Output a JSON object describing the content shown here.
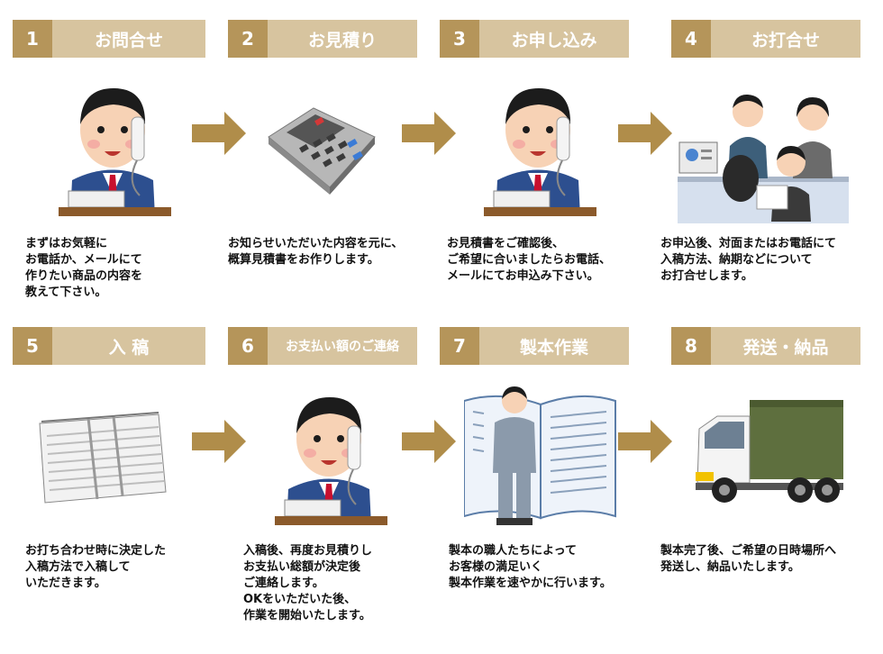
{
  "colors": {
    "number_bg": "#b5955a",
    "title_bg": "#d7c49f",
    "arrow": "#b08d4a",
    "text": "#111111"
  },
  "steps": [
    {
      "num": "1",
      "title": "お問合せ",
      "icon": "man-on-phone-icon",
      "lines": [
        "まずはお気軽に",
        "お電話か、メールにて",
        "作りたい商品の内容を",
        "教えて下さい。"
      ]
    },
    {
      "num": "2",
      "title": "お見積り",
      "icon": "calculator-icon",
      "lines": [
        "お知らせいただいた内容を元に、",
        "概算見積書をお作りします。"
      ]
    },
    {
      "num": "3",
      "title": "お申し込み",
      "icon": "man-on-phone-icon",
      "lines": [
        "お見積書をご確認後、",
        "ご希望に合いましたらお電話、",
        "メールにてお申込み下さい。"
      ]
    },
    {
      "num": "4",
      "title": "お打合せ",
      "icon": "business-meeting-icon",
      "lines": [
        "お申込後、対面またはお電話にて",
        "入稿方法、納期などについて",
        "お打合せします。"
      ]
    },
    {
      "num": "5",
      "title": "入 稿",
      "icon": "paper-stack-icon",
      "lines": [
        "お打ち合わせ時に決定した",
        "入稿方法で入稿して",
        "いただきます。"
      ]
    },
    {
      "num": "6",
      "title": "お支払い額のご連絡",
      "icon": "man-on-phone-icon",
      "lines": [
        "入稿後、再度お見積りし",
        "お支払い総額が決定後",
        "ご連絡します。",
        "OKをいただいた後、",
        "作業を開始いたします。"
      ]
    },
    {
      "num": "7",
      "title": "製本作業",
      "icon": "bookbinder-icon",
      "lines": [
        "製本の職人たちによって",
        "お客様の満足いく",
        "製本作業を速やかに行います。"
      ]
    },
    {
      "num": "8",
      "title": "発送・納品",
      "icon": "delivery-truck-icon",
      "lines": [
        "製本完了後、ご希望の日時場所へ",
        "発送し、納品いたします。"
      ]
    }
  ]
}
